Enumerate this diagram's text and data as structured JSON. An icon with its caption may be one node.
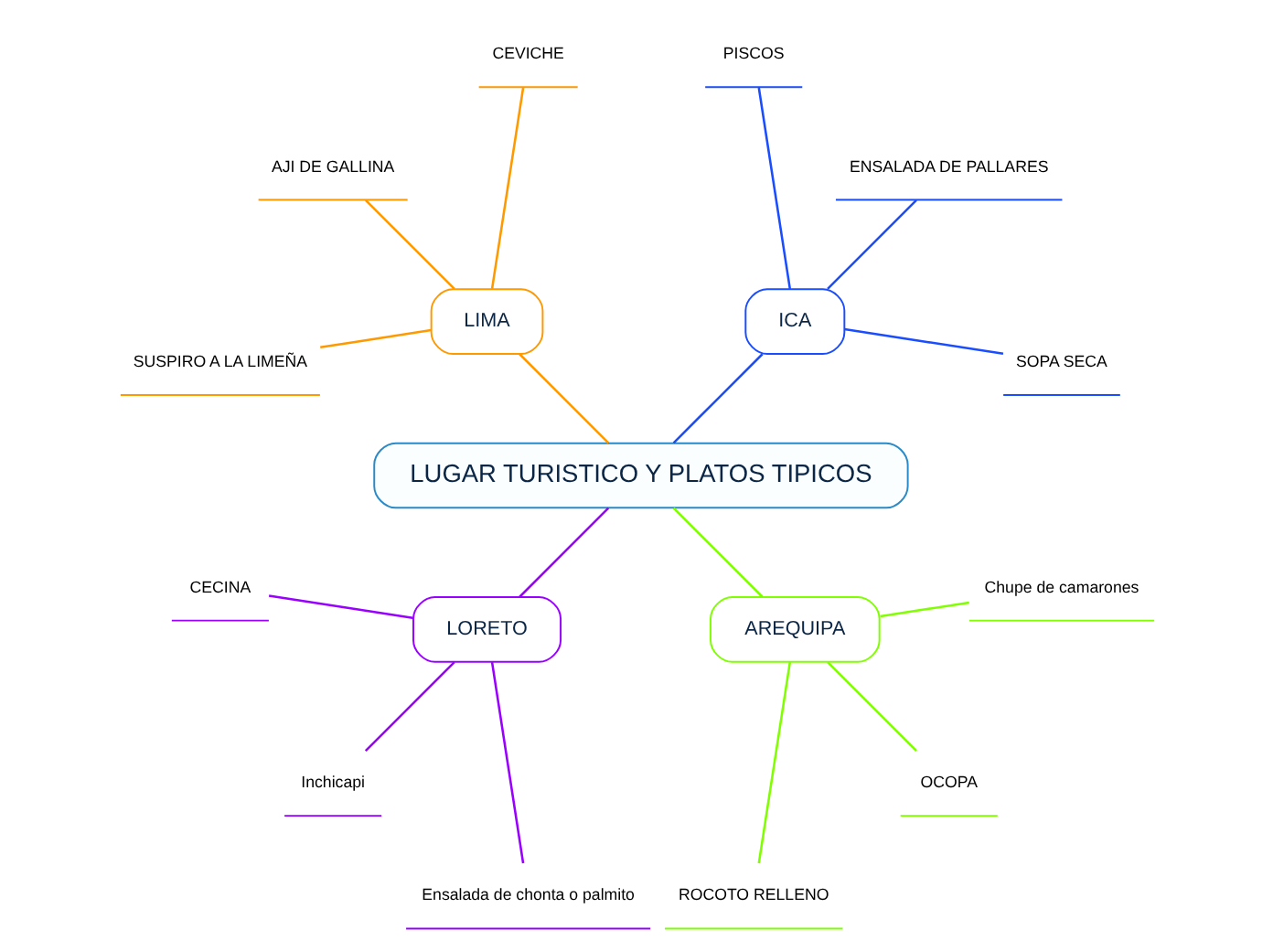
{
  "diagram": {
    "nodes": [
      {
        "text": [
          "LUGAR TURISTICO Y PLATOS TIPICOS"
        ]
      },
      {
        "text": [
          "ICA"
        ]
      },
      {
        "text": [
          "SOPA SECA"
        ]
      },
      {
        "text": [
          "ENSALADA DE PALLARES"
        ]
      },
      {
        "text": [
          "PISCOS"
        ]
      },
      {
        "text": [
          "LIMA"
        ]
      },
      {
        "text": [
          "CEVICHE"
        ]
      },
      {
        "text": [
          "AJI DE GALLINA"
        ]
      },
      {
        "text": [
          "SUSPIRO A LA LIMEÑA"
        ]
      },
      {
        "text": [
          "LORETO"
        ]
      },
      {
        "text": [
          "CECINA"
        ]
      },
      {
        "text": [
          "Inchicapi"
        ]
      },
      {
        "text": [
          "Ensalada de chonta o palmito"
        ]
      },
      {
        "text": [
          "AREQUIPA"
        ]
      },
      {
        "text": [
          "ROCOTO RELLENO"
        ]
      },
      {
        "text": [
          "OCOPA"
        ]
      },
      {
        "text": [
          "Chupe de camarones"
        ]
      }
    ],
    "edges": [
      {
        "from": 0,
        "to": 1,
        "arrow": "none",
        "color": "#1a4dff"
      },
      {
        "from": 1,
        "to": 2,
        "arrow": "none",
        "color": "#1a4dff"
      },
      {
        "from": 1,
        "to": 3,
        "arrow": "none",
        "color": "#1a4dff"
      },
      {
        "from": 1,
        "to": 4,
        "arrow": "none",
        "color": "#1a4dff"
      },
      {
        "from": 0,
        "to": 5,
        "arrow": "none",
        "color": "#ff9900"
      },
      {
        "from": 5,
        "to": 6,
        "arrow": "none",
        "color": "#ff9900"
      },
      {
        "from": 5,
        "to": 7,
        "arrow": "none",
        "color": "#ff9900"
      },
      {
        "from": 5,
        "to": 8,
        "arrow": "none",
        "color": "#ff9900"
      },
      {
        "from": 0,
        "to": 9,
        "arrow": "none",
        "color": "#9900ff"
      },
      {
        "from": 9,
        "to": 10,
        "arrow": "none",
        "color": "#9900ff"
      },
      {
        "from": 9,
        "to": 11,
        "arrow": "none",
        "color": "#9900ff"
      },
      {
        "from": 9,
        "to": 12,
        "arrow": "none",
        "color": "#9900ff"
      },
      {
        "from": 0,
        "to": 13,
        "arrow": "none",
        "color": "#80ff00"
      },
      {
        "from": 13,
        "to": 14,
        "arrow": "none",
        "color": "#80ff00"
      },
      {
        "from": 13,
        "to": 15,
        "arrow": "none",
        "color": "#80ff00"
      },
      {
        "from": 13,
        "to": 16,
        "arrow": "none",
        "color": "#80ff00"
      }
    ]
  }
}
